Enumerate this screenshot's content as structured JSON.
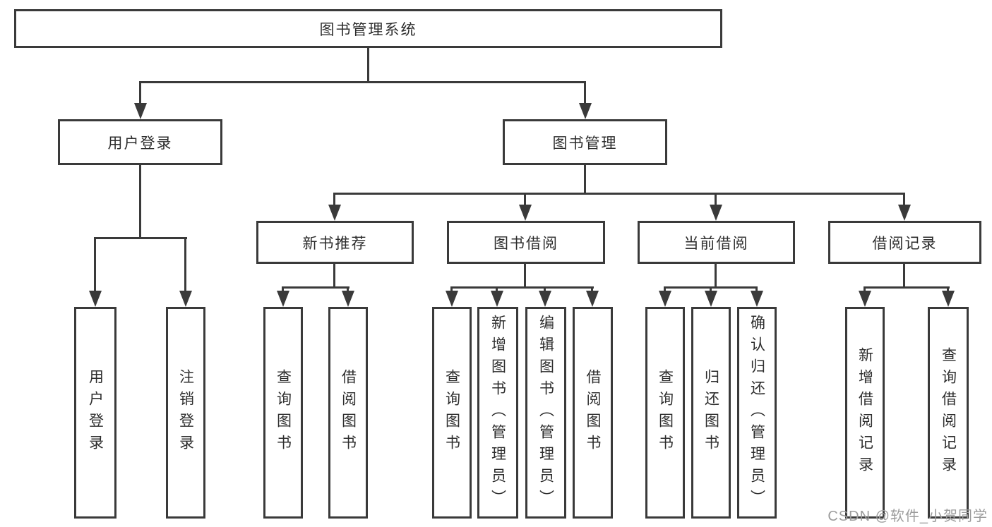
{
  "tree": {
    "label": "图书管理系统",
    "children": [
      {
        "label": "用户登录",
        "children": [
          {
            "label": "用户登录"
          },
          {
            "label": "注销登录"
          }
        ]
      },
      {
        "label": "图书管理",
        "children": [
          {
            "label": "新书推荐",
            "children": [
              {
                "label": "查询图书"
              },
              {
                "label": "借阅图书"
              }
            ]
          },
          {
            "label": "图书借阅",
            "children": [
              {
                "label": "查询图书"
              },
              {
                "label": "新增图书（管理员）"
              },
              {
                "label": "编辑图书（管理员）"
              },
              {
                "label": "借阅图书"
              }
            ]
          },
          {
            "label": "当前借阅",
            "children": [
              {
                "label": "查询图书"
              },
              {
                "label": "归还图书"
              },
              {
                "label": "确认归还（管理员）"
              }
            ]
          },
          {
            "label": "借阅记录",
            "children": [
              {
                "label": "新增借阅记录"
              },
              {
                "label": "查询借阅记录"
              }
            ]
          }
        ]
      }
    ]
  },
  "watermark": {
    "text": "CSDN @软件_小贺同学",
    "color": "#9c9c9c"
  },
  "colors": {
    "line": "#3a3a3a",
    "text": "#2d2d2d",
    "background": "#ffffff"
  }
}
